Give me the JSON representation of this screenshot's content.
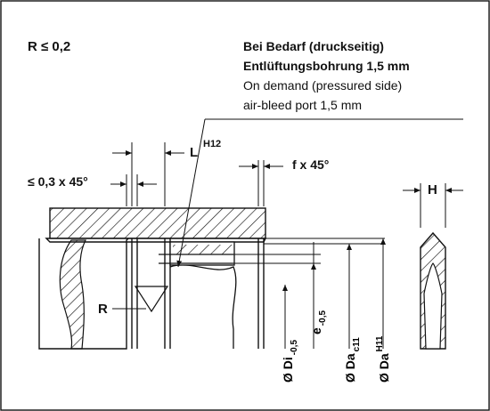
{
  "notes": {
    "radius": "R ≤ 0,2",
    "de_line1": "Bei Bedarf (druckseitig)",
    "de_line2": "Entlüftungsbohrung 1,5 mm",
    "en_line1": "On demand (pressured side)",
    "en_line2": "air-bleed port 1,5 mm"
  },
  "dims": {
    "chamfer": "≤ 0,3 x 45°",
    "length": "L",
    "length_tol": "H12",
    "bevel": "f x 45°",
    "height": "H",
    "groove_radius": "R",
    "di": "Ø Di",
    "di_tol": "-0,5",
    "e": "e",
    "e_tol": "-0,5",
    "da_c11": "Ø Da",
    "da_c11_tol": "c11",
    "da_h11": "Ø Da",
    "da_h11_tol": "H11"
  }
}
